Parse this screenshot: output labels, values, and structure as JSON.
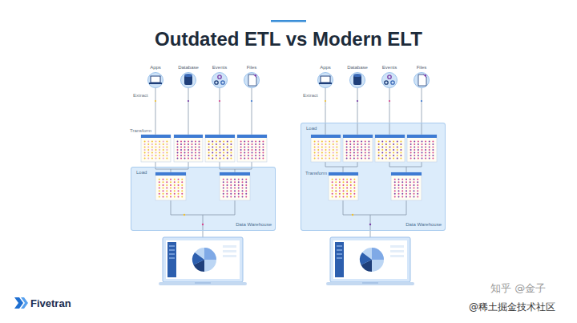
{
  "diagram": {
    "title": "Outdated ETL vs Modern ELT",
    "nodes": [
      {
        "text": [
          "Apps"
        ]
      },
      {
        "text": [
          "Database"
        ]
      },
      {
        "text": [
          "Events"
        ]
      },
      {
        "text": [
          "Files"
        ]
      },
      {
        "text": [
          "Load",
          "Data Warehouse"
        ]
      },
      {
        "text": [
          "Apps"
        ]
      },
      {
        "text": [
          "Database"
        ]
      },
      {
        "text": [
          "Events"
        ]
      },
      {
        "text": [
          "Files"
        ]
      },
      {
        "text": [
          "Load",
          "Transform",
          "Data Warehouse"
        ]
      }
    ],
    "edges": [
      {
        "from": 0,
        "to": 4,
        "arrow": "none"
      },
      {
        "from": 1,
        "to": 4,
        "arrow": "none"
      },
      {
        "from": 2,
        "to": 4,
        "arrow": "none"
      },
      {
        "from": 3,
        "to": 4,
        "arrow": "none"
      },
      {
        "from": 5,
        "to": 9,
        "arrow": "none"
      },
      {
        "from": 6,
        "to": 9,
        "arrow": "none"
      },
      {
        "from": 7,
        "to": 9,
        "arrow": "none"
      },
      {
        "from": 8,
        "to": 9,
        "arrow": "none"
      }
    ],
    "labels": [
      "Extract",
      "Transform",
      "Extract",
      "Fivetran",
      "知乎 @金子",
      "@稀土掘金技术社区"
    ]
  }
}
